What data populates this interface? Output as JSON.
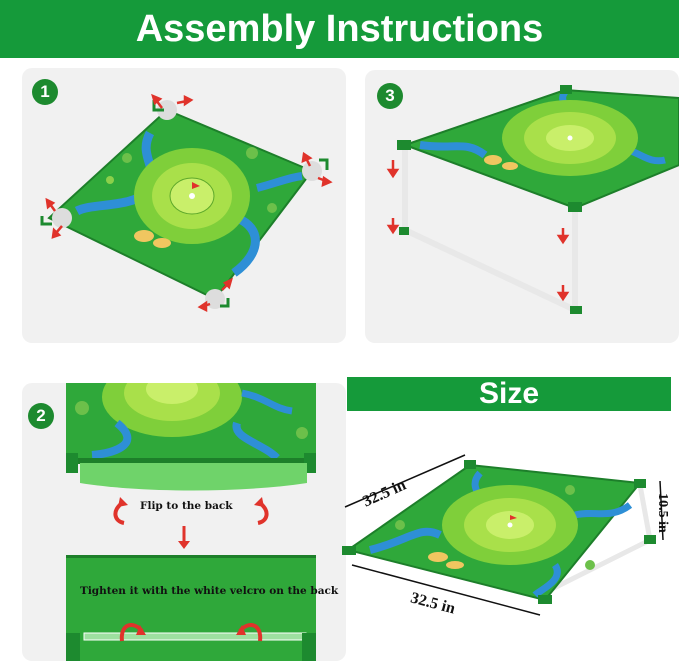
{
  "header": {
    "title": "Assembly Instructions"
  },
  "steps": [
    {
      "badge": "1"
    },
    {
      "badge": "2",
      "caption_top": "Flip to the back",
      "caption_bottom": "Tighten it with the white velcro on the back"
    },
    {
      "badge": "3"
    }
  ],
  "size": {
    "title": "Size",
    "width_top": "32.5 in",
    "width_bottom": "32.5 in",
    "height": "10.5 in"
  },
  "colors": {
    "brand_green": "#159a3a",
    "mat_green": "#2fa83a",
    "water_blue": "#2e8fd6",
    "arrow_red": "#e0332b",
    "frame_pipe": "#e8e8e8"
  }
}
